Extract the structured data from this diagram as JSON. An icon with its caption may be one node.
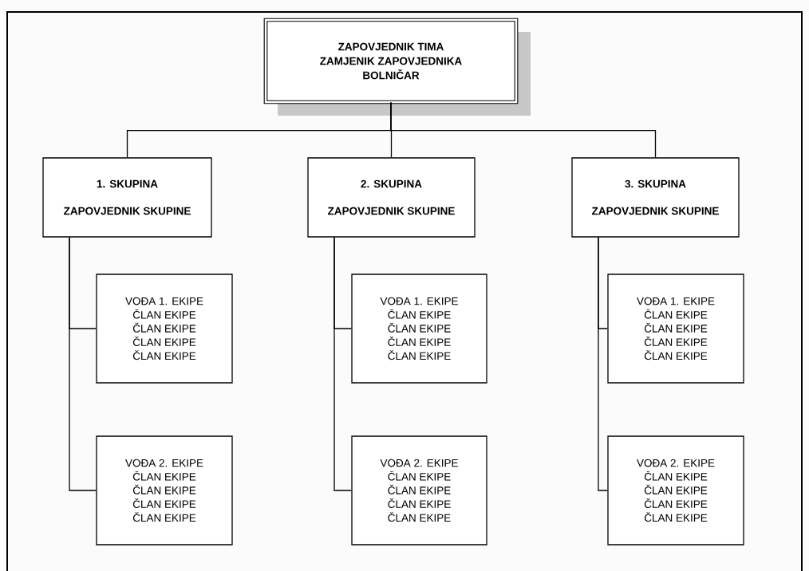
{
  "diagram": {
    "nodes": [
      {
        "text": [
          "ZAPOVJEDNIK TIMA",
          "ZAMJENIK ZAPOVJEDNIKA",
          "BOLNIČAR"
        ]
      },
      {
        "text": [
          "1. SKUPINA",
          "ZAPOVJEDNIK SKUPINE"
        ]
      },
      {
        "text": [
          "2. SKUPINA",
          "ZAPOVJEDNIK SKUPINE"
        ]
      },
      {
        "text": [
          "3. SKUPINA",
          "ZAPOVJEDNIK SKUPINE"
        ]
      },
      {
        "text": [
          "VOĐA 1. EKIPE",
          "ČLAN EKIPE",
          "ČLAN EKIPE",
          "ČLAN EKIPE",
          "ČLAN EKIPE"
        ]
      },
      {
        "text": [
          "VOĐA 1. EKIPE",
          "ČLAN EKIPE",
          "ČLAN EKIPE",
          "ČLAN EKIPE",
          "ČLAN EKIPE"
        ]
      },
      {
        "text": [
          "VOĐA 1. EKIPE",
          "ČLAN EKIPE",
          "ČLAN EKIPE",
          "ČLAN EKIPE",
          "ČLAN EKIPE"
        ]
      },
      {
        "text": [
          "VOĐA 2. EKIPE",
          "ČLAN EKIPE",
          "ČLAN EKIPE",
          "ČLAN EKIPE",
          "ČLAN EKIPE"
        ]
      },
      {
        "text": [
          "VOĐA 2. EKIPE",
          "ČLAN EKIPE",
          "ČLAN EKIPE",
          "ČLAN EKIPE",
          "ČLAN EKIPE"
        ]
      },
      {
        "text": [
          "VOĐA 2. EKIPE",
          "ČLAN EKIPE",
          "ČLAN EKIPE",
          "ČLAN EKIPE",
          "ČLAN EKIPE"
        ]
      }
    ],
    "edges": [
      {
        "from": 0,
        "to": 1,
        "arrow": "none"
      },
      {
        "from": 0,
        "to": 2,
        "arrow": "none"
      },
      {
        "from": 0,
        "to": 3,
        "arrow": "none"
      },
      {
        "from": 1,
        "to": 4,
        "arrow": "none"
      },
      {
        "from": 1,
        "to": 7,
        "arrow": "none"
      },
      {
        "from": 2,
        "to": 5,
        "arrow": "none"
      },
      {
        "from": 2,
        "to": 8,
        "arrow": "none"
      },
      {
        "from": 3,
        "to": 6,
        "arrow": "none"
      },
      {
        "from": 3,
        "to": 9,
        "arrow": "none"
      }
    ]
  }
}
